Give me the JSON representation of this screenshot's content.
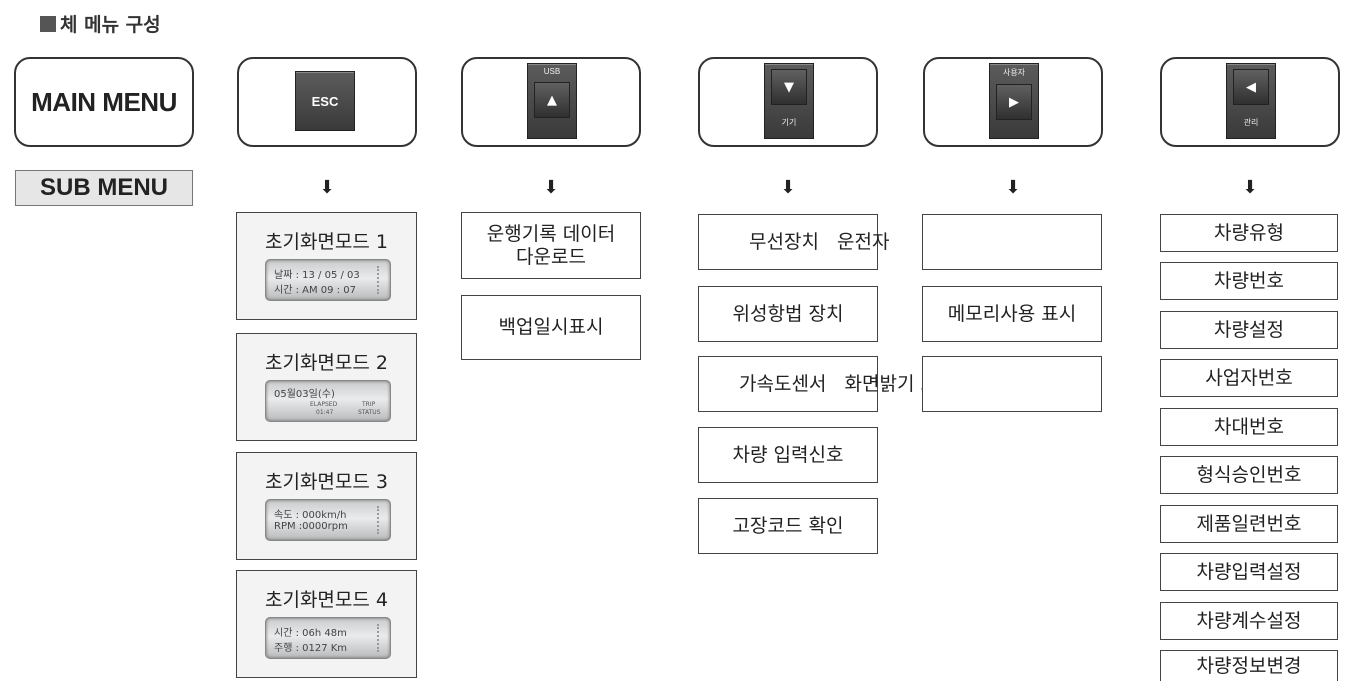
{
  "title": "체 메뉴 구성",
  "main_menu": "MAIN MENU",
  "sub_menu": "SUB MENU",
  "keys": {
    "esc": "ESC",
    "usb": {
      "label": "USB",
      "icon": "▲"
    },
    "down": {
      "label": "기기",
      "icon": "▼"
    },
    "user": {
      "label": "사용자",
      "icon": "▶"
    },
    "manage": {
      "label": "관리",
      "icon": "◀"
    }
  },
  "arrow_icon": "⬇",
  "modes": [
    {
      "title": "초기화면모드 1",
      "lcd": [
        "날짜 : 13 / 05 / 03",
        "시간 : AM  09 : 07"
      ]
    },
    {
      "title": "초기화면모드 2",
      "lcd": [
        "05월03일(수)",
        "ELAPSED",
        "01:47",
        "TRIP",
        "STATUS"
      ]
    },
    {
      "title": "초기화면모드 3",
      "lcd": [
        "속도 : 000km/h",
        "RPM :0000rpm"
      ]
    },
    {
      "title": "초기화면모드 4",
      "lcd": [
        "시간 : 06h 48m",
        "주행 : 0127 Km"
      ]
    }
  ],
  "usb_items": [
    "운행기록 데이터\n다운로드",
    "백업일시표시"
  ],
  "down_items": [
    "무선장치   운전자",
    "위성항법 장치",
    "가속도센서   화면밝기 조절",
    "차량 입력신호",
    "고장코드 확인"
  ],
  "user_items": [
    "",
    "메모리사용 표시",
    ""
  ],
  "manage_items": [
    "차량유형",
    "차량번호",
    "차량설정",
    "사업자번호",
    "차대번호",
    "형식승인번호",
    "제품일련번호",
    "차량입력설정",
    "차량계수설정",
    "차량정보변경"
  ]
}
